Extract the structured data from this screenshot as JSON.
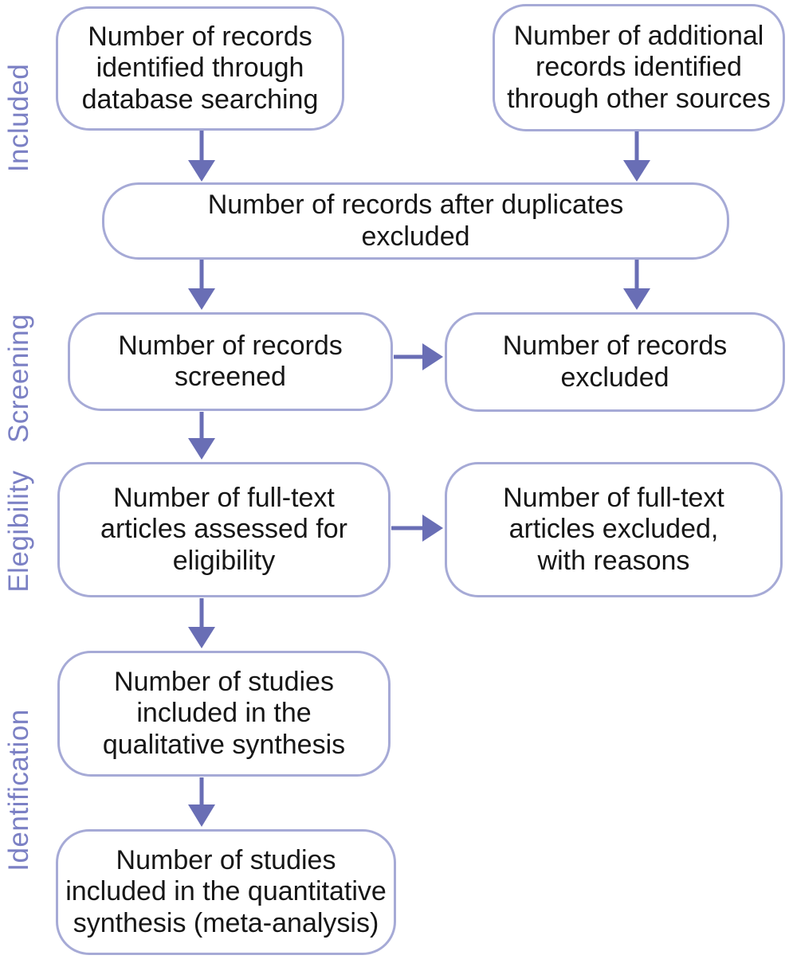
{
  "diagram": {
    "kind": "prisma-flowchart",
    "stage_labels": [
      {
        "id": "included",
        "label": "Included"
      },
      {
        "id": "screening",
        "label": "Screening"
      },
      {
        "id": "elegibility",
        "label": "Elegibility"
      },
      {
        "id": "identification",
        "label": "Identification"
      }
    ],
    "boxes": {
      "db_search": {
        "text": "Number of records\nidentified through\ndatabase searching"
      },
      "other_sources": {
        "text": "Number of additional\nrecords identified\nthrough other sources"
      },
      "after_duplicates": {
        "text": "Number of records after duplicates\nexcluded"
      },
      "screened": {
        "text": "Number of records\nscreened"
      },
      "records_excluded": {
        "text": "Number of records\nexcluded"
      },
      "fulltext_assessed": {
        "text": "Number of full-text\narticles assessed for\neligibility"
      },
      "fulltext_excluded": {
        "text": "Number of full-text\narticles excluded,\nwith reasons"
      },
      "qualitative": {
        "text": "Number of studies\nincluded in the\nqualitative synthesis"
      },
      "quantitative": {
        "text": "Number of studies\nincluded in the quantitative\nsynthesis (meta-analysis)"
      }
    },
    "edges": [
      {
        "from": "db_search",
        "to": "after_duplicates"
      },
      {
        "from": "other_sources",
        "to": "after_duplicates"
      },
      {
        "from": "after_duplicates",
        "to": "screened"
      },
      {
        "from": "after_duplicates",
        "to": "records_excluded"
      },
      {
        "from": "screened",
        "to": "records_excluded"
      },
      {
        "from": "screened",
        "to": "fulltext_assessed"
      },
      {
        "from": "fulltext_assessed",
        "to": "fulltext_excluded"
      },
      {
        "from": "fulltext_assessed",
        "to": "qualitative"
      },
      {
        "from": "qualitative",
        "to": "quantitative"
      }
    ],
    "colors": {
      "box_border": "#a6aad6",
      "arrow": "#696eb5",
      "stage_label": "#7b80c4",
      "box_text": "#161616"
    }
  }
}
